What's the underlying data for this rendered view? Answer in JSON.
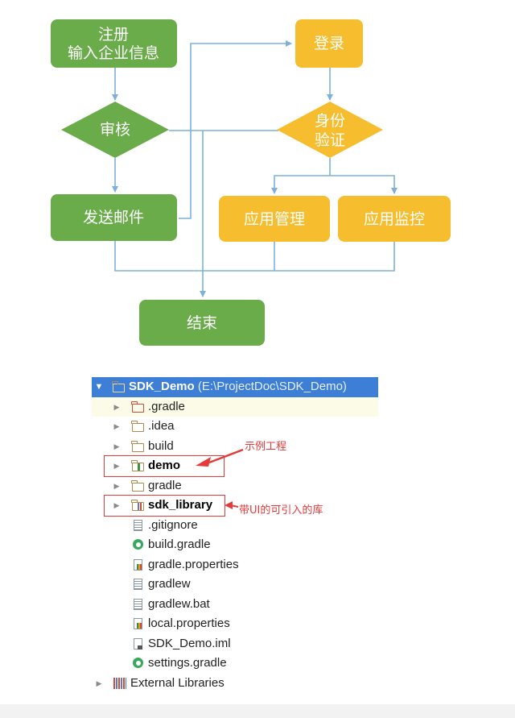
{
  "flowchart": {
    "register": [
      "注册",
      "输入企业信息"
    ],
    "review": "审核",
    "send_mail": "发送邮件",
    "login": "登录",
    "identity_verify": [
      "身份",
      "验证"
    ],
    "app_manage": "应用管理",
    "app_monitor": "应用监控",
    "end": "结束",
    "colors": {
      "green": "#6aab4a",
      "orange": "#f6bd2e",
      "connector": "#7fb0dc"
    }
  },
  "tree": {
    "root": {
      "name": "SDK_Demo",
      "path": "(E:\\ProjectDoc\\SDK_Demo)"
    },
    "items": [
      {
        "label": ".gradle",
        "icon": "folder-icon-red"
      },
      {
        "label": ".idea",
        "icon": "folder-icon"
      },
      {
        "label": "build",
        "icon": "folder-icon"
      },
      {
        "label": "demo",
        "icon": "module-folder-icon"
      },
      {
        "label": "gradle",
        "icon": "folder-icon"
      },
      {
        "label": "sdk_library",
        "icon": "library-module-icon"
      },
      {
        "label": ".gitignore",
        "icon": "text-file-icon"
      },
      {
        "label": "build.gradle",
        "icon": "gradle-file-icon"
      },
      {
        "label": "gradle.properties",
        "icon": "properties-file-icon"
      },
      {
        "label": "gradlew",
        "icon": "text-file-icon"
      },
      {
        "label": "gradlew.bat",
        "icon": "text-file-icon"
      },
      {
        "label": "local.properties",
        "icon": "properties-file-icon"
      },
      {
        "label": "SDK_Demo.iml",
        "icon": "iml-file-icon"
      },
      {
        "label": "settings.gradle",
        "icon": "gradle-file-icon"
      }
    ],
    "external": {
      "label": "External Libraries",
      "icon": "libraries-icon"
    }
  },
  "annotations": {
    "demo": "示例工程",
    "sdk_library": "带UI的可引入的库"
  }
}
